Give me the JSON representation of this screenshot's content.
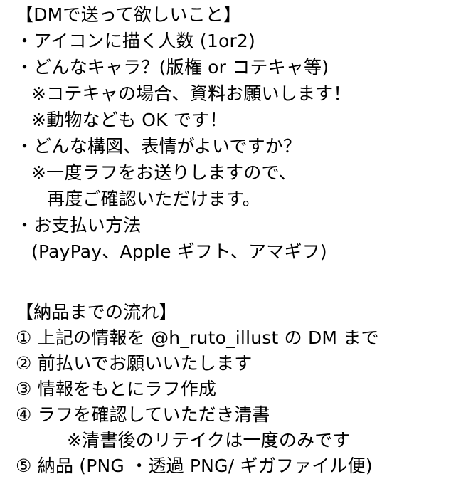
{
  "request_section": {
    "heading": "【DMで送って欲しいこと】",
    "lines": [
      "・アイコンに描く人数 (1or2)",
      "・どんなキャラ？(版権 or コテキャ等)",
      "※コテキャの場合、資料お願いします！",
      "※動物なども OK です！",
      "・どんな構図、表情がよいですか？",
      "※一度ラフをお送りしますので、",
      "再度ご確認いただけます。",
      "・お支払い方法",
      "(PayPay、Apple ギフト、アマギフ)"
    ]
  },
  "flow_section": {
    "heading": "【納品までの流れ】",
    "lines": [
      "① 上記の情報を @h_ruto_illust の DM まで",
      "② 前払いでお願いいたします",
      "③ 情報をもとにラフ作成",
      "④ ラフを確認していただき清書",
      "※清書後のリテイクは一度のみです",
      "⑤ 納品 (PNG ・透過 PNG/ ギガファイル便)"
    ]
  }
}
